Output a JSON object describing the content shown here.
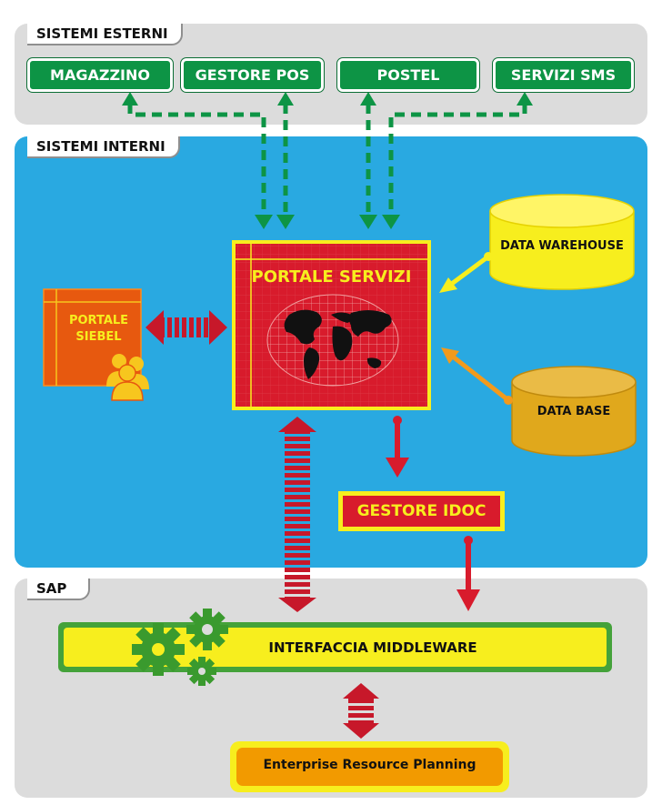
{
  "esterni": {
    "title": "SISTEMI ESTERNI",
    "systems": [
      "MAGAZZINO",
      "GESTORE POS",
      "POSTEL",
      "SERVIZI SMS"
    ]
  },
  "interni": {
    "title": "SISTEMI  INTERNI",
    "portale_servizi": "PORTALE SERVIZI",
    "portale_siebel_line1": "PORTALE",
    "portale_siebel_line2": "SIEBEL",
    "data_warehouse": "DATA WAREHOUSE",
    "data_base": "DATA BASE",
    "gestore_idoc": "GESTORE IDOC"
  },
  "sap": {
    "title": "SAP",
    "middleware": "INTERFACCIA MIDDLEWARE",
    "erp": "Enterprise Resource Planning"
  },
  "colors": {
    "panel_grey": "#dcdcdc",
    "panel_blue": "#29a9e1",
    "green": "#0d9445",
    "red": "#d81b2c",
    "yellow": "#f7ee1e",
    "orange": "#e7590f",
    "gold": "#e0a81c"
  }
}
